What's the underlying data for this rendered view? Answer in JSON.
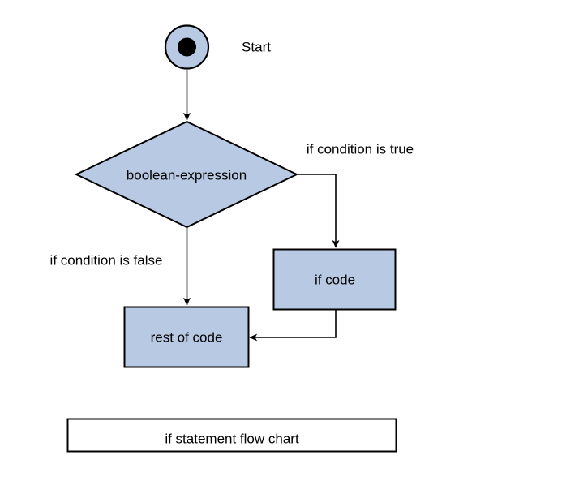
{
  "diagram": {
    "type": "flowchart",
    "title": "if statement flow chart",
    "background_color": "#ffffff",
    "node_fill_color": "#b8c9e4",
    "node_stroke_color": "#000000",
    "text_color": "#000000",
    "nodes": [
      {
        "id": "start",
        "shape": "start-circle",
        "label": "Start",
        "label_placement": "right-outside"
      },
      {
        "id": "condition",
        "shape": "diamond",
        "label": "boolean-expression"
      },
      {
        "id": "if-code",
        "shape": "rectangle",
        "label": "if code"
      },
      {
        "id": "rest-of-code",
        "shape": "rectangle",
        "label": "rest of code"
      }
    ],
    "edges": [
      {
        "id": "start-to-condition",
        "from": "start",
        "to": "condition",
        "label": ""
      },
      {
        "id": "condition-true",
        "from": "condition",
        "to": "if-code",
        "label": "if condition is true"
      },
      {
        "id": "condition-false",
        "from": "condition",
        "to": "rest-of-code",
        "label": "if condition is false"
      },
      {
        "id": "if-code-to-rest",
        "from": "if-code",
        "to": "rest-of-code",
        "label": ""
      }
    ],
    "caption": {
      "text": "if statement flow chart",
      "border_color": "#000000",
      "fill_color": "#ffffff"
    }
  }
}
